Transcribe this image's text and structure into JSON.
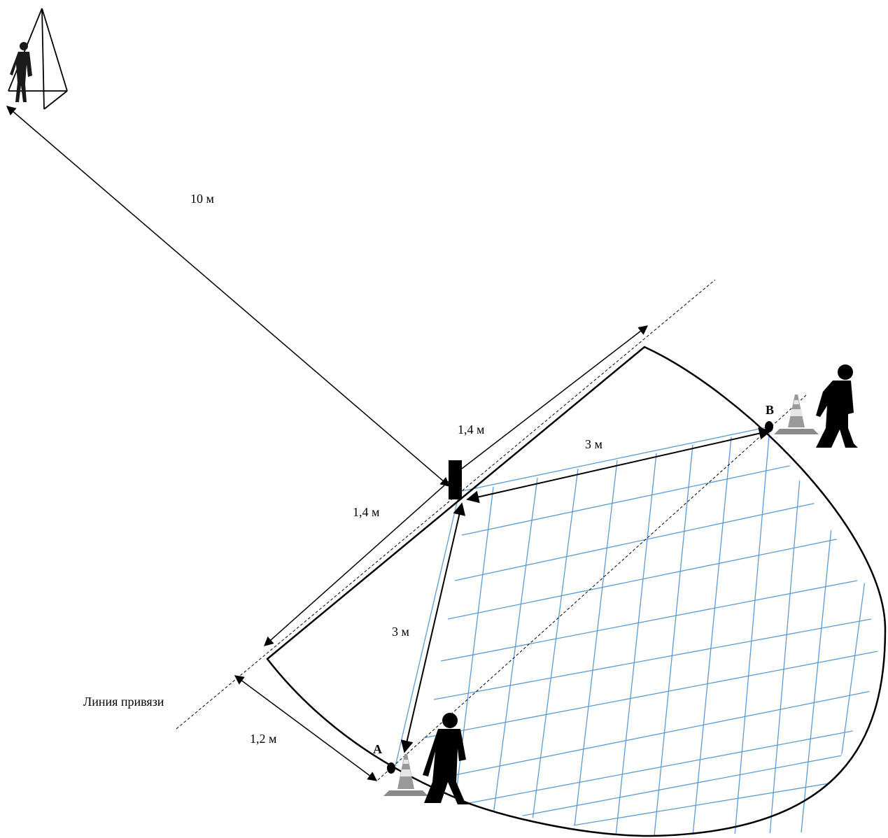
{
  "labels": {
    "dist_10m": "10 м",
    "width_upper": "1,4 м",
    "width_lower": "1,4 м",
    "side_ab_top": "3 м",
    "side_ab_left": "3 м",
    "offset": "1,2 м",
    "anchor_line": "Линия привязи",
    "point_a": "A",
    "point_b": "B"
  },
  "colors": {
    "ink": "#000000",
    "grid": "#5b9bd5",
    "cone_body": "#8a8a8a",
    "cone_stripe": "#e6e6e6"
  },
  "icons": {
    "observer": "person-silhouette-icon",
    "camera": "camera-body-icon",
    "cone": "traffic-cone-icon",
    "worker": "worker-silhouette-icon",
    "tripod": "tripod-icon"
  }
}
